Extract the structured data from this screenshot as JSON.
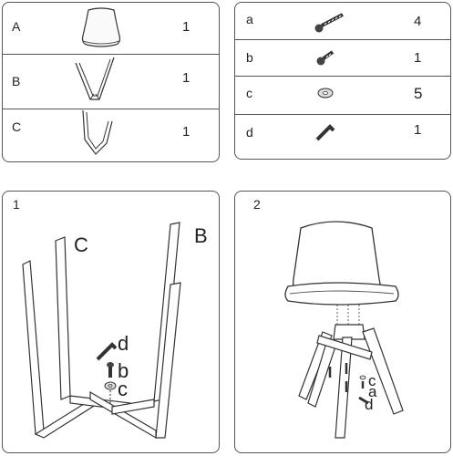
{
  "parts_table": {
    "rows": [
      {
        "letter": "A",
        "icon": "seat-shell-icon",
        "qty": "1"
      },
      {
        "letter": "B",
        "icon": "leg-frame-b-icon",
        "qty": "1"
      },
      {
        "letter": "C",
        "icon": "leg-frame-c-icon",
        "qty": "1"
      }
    ]
  },
  "hardware_table": {
    "rows": [
      {
        "letter": "a",
        "icon": "long-screw-icon",
        "qty": "4"
      },
      {
        "letter": "b",
        "icon": "short-screw-icon",
        "qty": "1"
      },
      {
        "letter": "c",
        "icon": "washer-icon",
        "qty": "5"
      },
      {
        "letter": "d",
        "icon": "allen-key-icon",
        "qty": "1"
      }
    ]
  },
  "step1": {
    "number": "1",
    "label_c": "C",
    "label_b": "B",
    "label_d": "d",
    "label_b_small": "b",
    "label_c_small": "c"
  },
  "step2": {
    "number": "2",
    "label_a": "A",
    "label_c": "c",
    "label_a_small": "a",
    "label_d": "d"
  },
  "colors": {
    "line": "#333333",
    "border": "#555555"
  }
}
